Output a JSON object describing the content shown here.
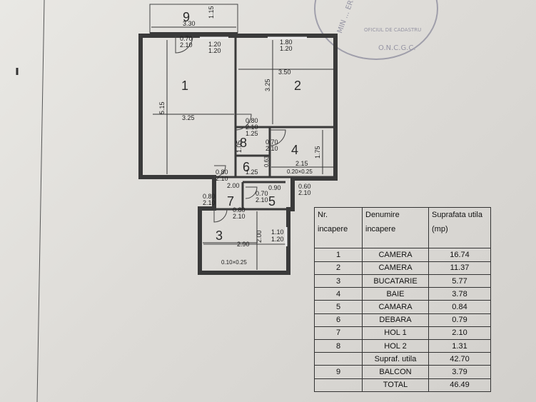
{
  "stamp": {
    "text_left": "MIN ... ERUL",
    "text_bottom": "O.N.C.G.C.",
    "text_inner": "OFICIUL DE CADASTRU"
  },
  "plan": {
    "rooms": [
      {
        "label": "1"
      },
      {
        "label": "2"
      },
      {
        "label": "3"
      },
      {
        "label": "4"
      },
      {
        "label": "5"
      },
      {
        "label": "6"
      },
      {
        "label": "7"
      },
      {
        "label": "8"
      },
      {
        "label": "9"
      }
    ],
    "dims": {
      "balcon_h": "1.15",
      "balcon_w": "3.30",
      "d1a": "0.70",
      "d1b": "2.10",
      "w1a": "1.20",
      "w1b": "1.20",
      "r1_h": "5.15",
      "r1_w": "3.25",
      "w2a": "1.80",
      "w2b": "1.20",
      "r2_w": "3.50",
      "r2_h": "3.25",
      "d8a": "0.80",
      "d8b": "2.10",
      "h8_w": "1.25",
      "h8_h": "1.05",
      "d4a": "0.70",
      "d4b": "2.10",
      "r4_h": "1.75",
      "r4_w": "2.15",
      "r6_w": "1.25",
      "r6_h": "0.63",
      "win4": "0.20×0.25",
      "d6a": "0.80",
      "d6b": "2.10",
      "h7_w": "2.00",
      "d5a": "0.70",
      "d5b": "2.10",
      "r5_w": "0.90",
      "d7a": "0.60",
      "d7b": "2.10",
      "d3a": "0.80",
      "d3b": "2.10",
      "d3c": "0.80",
      "d3d": "2.10",
      "r3_w": "2.90",
      "r3_h": "2.00",
      "w3a": "1.10",
      "w3b": "1.20",
      "win3": "0.10×0.25"
    }
  },
  "table": {
    "headers": [
      "Nr. incapere",
      "Denumire incapere",
      "Suprafata utila (mp)"
    ],
    "rows": [
      {
        "nr": "1",
        "name": "CAMERA",
        "area": "16.74"
      },
      {
        "nr": "2",
        "name": "CAMERA",
        "area": "11.37"
      },
      {
        "nr": "3",
        "name": "BUCATARIE",
        "area": "5.77"
      },
      {
        "nr": "4",
        "name": "BAIE",
        "area": "3.78"
      },
      {
        "nr": "5",
        "name": "CAMARA",
        "area": "0.84"
      },
      {
        "nr": "6",
        "name": "DEBARA",
        "area": "0.79"
      },
      {
        "nr": "7",
        "name": "HOL 1",
        "area": "2.10"
      },
      {
        "nr": "8",
        "name": "HOL 2",
        "area": "1.31"
      }
    ],
    "subtotal": {
      "label": "Supraf. utila",
      "area": "42.70"
    },
    "balcon": {
      "nr": "9",
      "name": "BALCON",
      "area": "3.79"
    },
    "total": {
      "name": "TOTAL",
      "area": "46.49"
    }
  }
}
